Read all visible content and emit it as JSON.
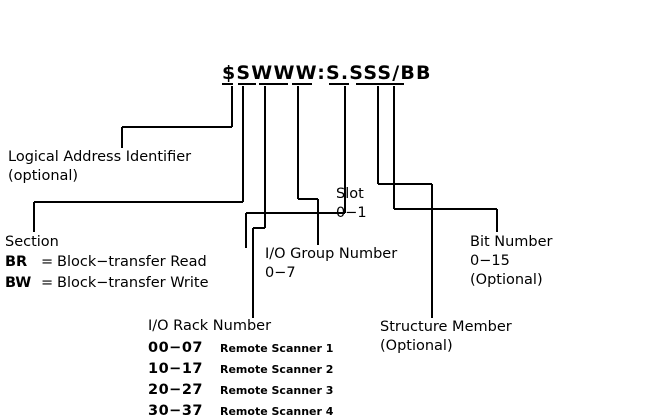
{
  "diagram": {
    "code_string": "$SWWW:S.SSS/BB",
    "labels": {
      "logical_address": {
        "line1": "Logical Address Identifier",
        "line2": "(optional)"
      },
      "section": {
        "heading": "Section",
        "rows": [
          {
            "key": "BR",
            "eq": "=",
            "value": "Block−transfer Read"
          },
          {
            "key": "BW",
            "eq": "=",
            "value": "Block−transfer Write"
          }
        ]
      },
      "rack": {
        "heading": "I/O Rack Number",
        "rows": [
          {
            "range": "00−07",
            "desc": "Remote Scanner 1"
          },
          {
            "range": "10−17",
            "desc": "Remote Scanner 2"
          },
          {
            "range": "20−27",
            "desc": "Remote Scanner 3"
          },
          {
            "range": "30−37",
            "desc": "Remote Scanner 4"
          }
        ]
      },
      "io_group": {
        "line1": "I/O Group Number",
        "line2": "0−7"
      },
      "slot": {
        "line1": "Slot",
        "line2": "0−1"
      },
      "structure_member": {
        "line1": "Structure Member",
        "line2": "(Optional)"
      },
      "bit_number": {
        "line1": "Bit Number",
        "line2": "0−15",
        "line3": "(Optional)"
      }
    }
  }
}
